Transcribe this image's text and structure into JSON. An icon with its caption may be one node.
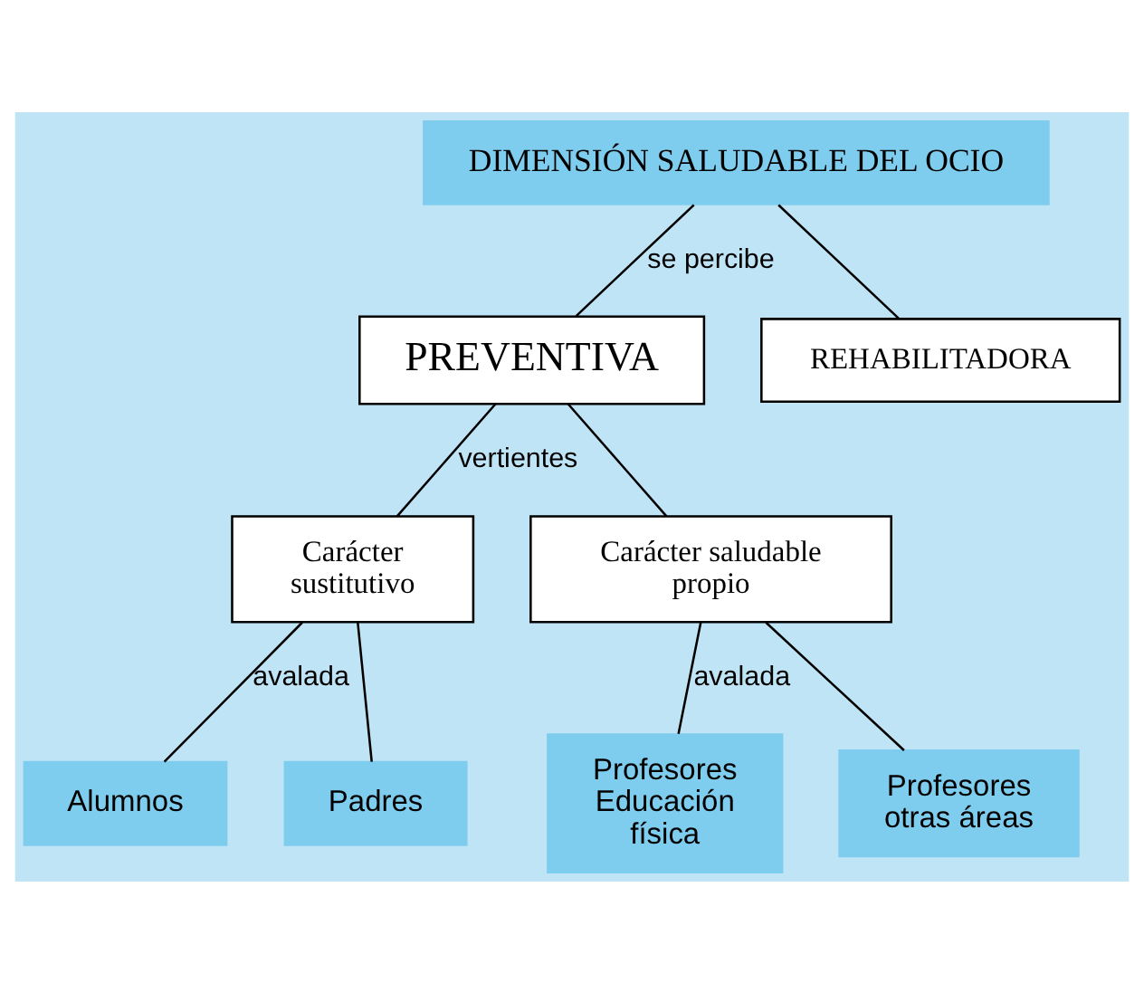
{
  "diagram": {
    "nodes": [
      {
        "text": [
          "DIMENSIÓN SALUDABLE DEL OCIO"
        ]
      },
      {
        "text": [
          "PREVENTIVA"
        ]
      },
      {
        "text": [
          "REHABILITADORA"
        ]
      },
      {
        "text": [
          "Carácter sustitutivo"
        ]
      },
      {
        "text": [
          "Carácter saludable propio"
        ]
      },
      {
        "text": [
          "Alumnos"
        ]
      },
      {
        "text": [
          "Padres"
        ]
      },
      {
        "text": [
          "Profesores Educación física"
        ]
      },
      {
        "text": [
          "Profesores otras áreas"
        ]
      }
    ],
    "edges": [
      {
        "from": 0,
        "to": 1,
        "arrow": "none",
        "label": "se percibe"
      },
      {
        "from": 0,
        "to": 2,
        "arrow": "none"
      },
      {
        "from": 1,
        "to": 3,
        "arrow": "none",
        "label": "vertientes"
      },
      {
        "from": 1,
        "to": 4,
        "arrow": "none"
      },
      {
        "from": 3,
        "to": 5,
        "arrow": "none",
        "label": "avalada"
      },
      {
        "from": 3,
        "to": 6,
        "arrow": "none"
      },
      {
        "from": 4,
        "to": 7,
        "arrow": "none",
        "label": "avalada"
      },
      {
        "from": 4,
        "to": 8,
        "arrow": "none"
      }
    ]
  }
}
